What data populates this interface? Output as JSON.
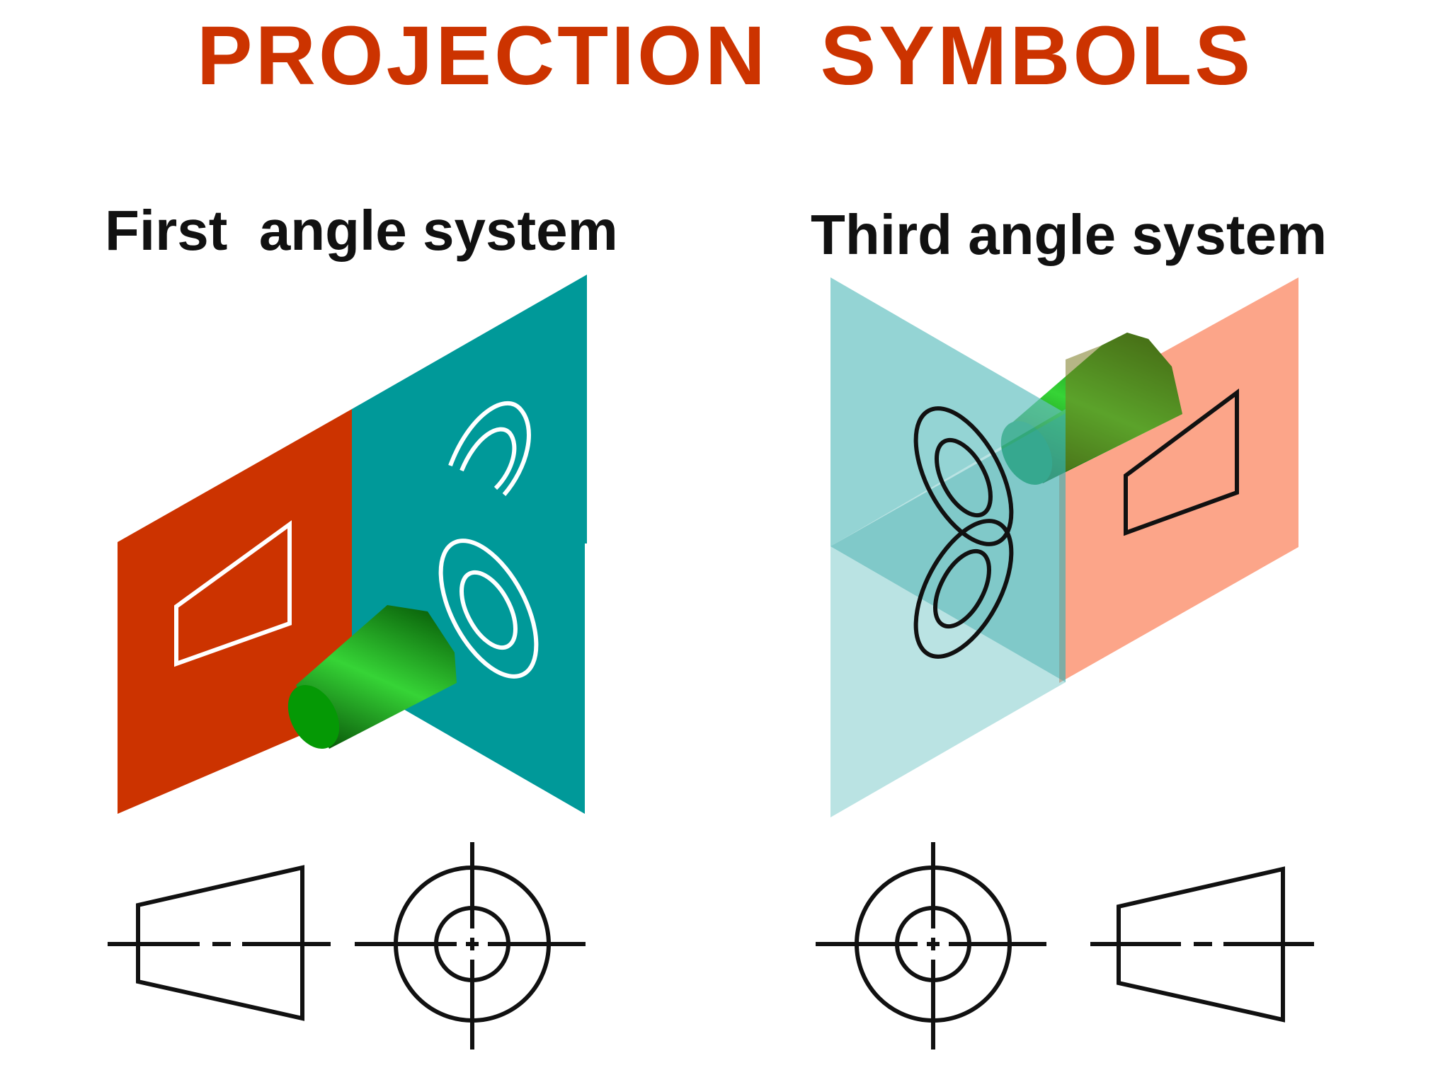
{
  "title": "PROJECTION  SYMBOLS",
  "first_angle": {
    "heading": "First  angle system"
  },
  "third_angle": {
    "heading": "Third angle system"
  },
  "colors": {
    "title": "#cc3300",
    "first_left_plane": "#cc3300",
    "first_right_plane": "#009999",
    "third_left_plane": "#66c2c2",
    "third_right_plane": "#fca589",
    "cone_green": "#2fc42f",
    "cone_dark": "#0a6a0a",
    "symbol_stroke": "#111111"
  }
}
